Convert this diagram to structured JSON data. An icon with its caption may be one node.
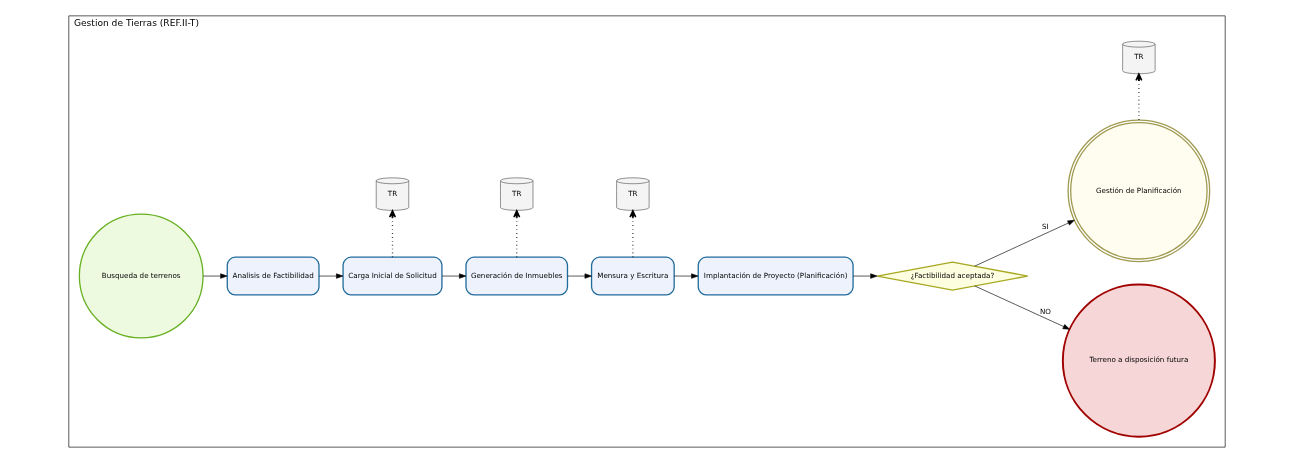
{
  "diagram": {
    "nodes": [
      {
        "text": [
          "Gestion de Tierras (REF.II-T)"
        ]
      },
      {
        "text": [
          "Busqueda de terrenos"
        ],
        "in": 0
      },
      {
        "text": [
          "Analisis de Factibilidad"
        ],
        "in": 0
      },
      {
        "text": [
          "Carga Inicial de Solicitud"
        ],
        "in": 0
      },
      {
        "text": [
          "Generación de Inmuebles"
        ],
        "in": 0
      },
      {
        "text": [
          "Mensura y Escritura"
        ],
        "in": 0
      },
      {
        "text": [
          "Implantación de Proyecto (Planificación)"
        ],
        "in": 0
      },
      {
        "text": [
          "¿Factibilidad aceptada?"
        ],
        "in": 0
      },
      {
        "text": [
          "Terreno a disposición futura"
        ],
        "in": 0
      },
      {
        "text": [
          "Gestión de Planificación"
        ],
        "in": 0
      },
      {
        "text": [
          "TR"
        ],
        "in": 0
      },
      {
        "text": [
          "TR"
        ],
        "in": 0
      },
      {
        "text": [
          "TR"
        ],
        "in": 0
      },
      {
        "text": [
          "TR"
        ],
        "in": 0
      }
    ],
    "edges": [
      {
        "from": 1,
        "to": 2,
        "arrow": "to"
      },
      {
        "from": 2,
        "to": 3,
        "arrow": "to"
      },
      {
        "from": 3,
        "to": 4,
        "arrow": "to"
      },
      {
        "from": 4,
        "to": 5,
        "arrow": "to"
      },
      {
        "from": 5,
        "to": 6,
        "arrow": "to"
      },
      {
        "from": 6,
        "to": 7,
        "arrow": "to"
      },
      {
        "from": 7,
        "to": 9,
        "arrow": "to",
        "label": "SI"
      },
      {
        "from": 7,
        "to": 8,
        "arrow": "to",
        "label": "NO"
      },
      {
        "from": 3,
        "to": 10,
        "arrow": "to",
        "style": "dashed"
      },
      {
        "from": 4,
        "to": 11,
        "arrow": "to",
        "style": "dashed"
      },
      {
        "from": 5,
        "to": 12,
        "arrow": "to",
        "style": "dashed"
      },
      {
        "from": 9,
        "to": 13,
        "arrow": "to",
        "style": "dashed"
      }
    ]
  }
}
